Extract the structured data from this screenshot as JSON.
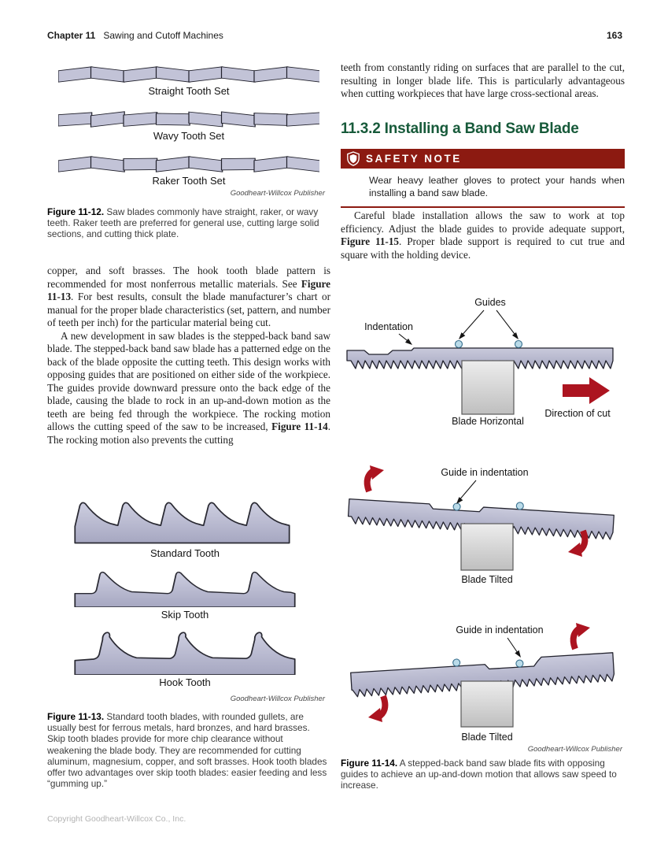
{
  "header": {
    "chapter_label": "Chapter 11",
    "chapter_title": "Sawing and Cutoff Machines",
    "page_number": "163"
  },
  "left_column": {
    "figure_11_12": {
      "row_labels": [
        "Straight Tooth Set",
        "Wavy Tooth Set",
        "Raker Tooth Set"
      ],
      "credit": "Goodheart-Willcox Publisher",
      "caption_label": "Figure 11-12.",
      "caption_text": "Saw blades commonly have straight, raker, or wavy teeth. Raker teeth are preferred for general use, cutting large solid sections, and cutting thick plate."
    },
    "para1": {
      "t1": "copper, and soft brasses. The hook tooth blade pattern is recommended for most nonferrous metallic materials. See ",
      "b1": "Figure 11-13",
      "t2": ". For best results, consult the blade manufacturer’s chart or manual for the proper blade characteristics (set, pattern, and number of teeth per inch) for the particular material being cut."
    },
    "para2": {
      "t1": "A new development in saw blades is the stepped-back band saw blade. The stepped-back band saw blade has a patterned edge on the back of the blade opposite the cutting teeth. This design works with opposing guides that are positioned on either side of the workpiece. The guides provide downward pressure onto the back edge of the blade, causing the blade to rock in an up-and-down motion as the teeth are being fed through the workpiece. The rocking motion allows the cutting speed of the saw to be increased, ",
      "b1": "Figure 11-14",
      "t2": ". The rocking motion also prevents the cutting"
    },
    "figure_11_13": {
      "row_labels": [
        "Standard Tooth",
        "Skip Tooth",
        "Hook Tooth"
      ],
      "credit": "Goodheart-Willcox Publisher",
      "caption_label": "Figure 11-13.",
      "caption_text": "Standard tooth blades, with rounded gullets, are usually best for ferrous metals, hard bronzes, and hard brasses. Skip tooth blades provide for more chip clearance without weakening the blade body. They are recommended for cutting aluminum, magnesium, copper, and soft brasses. Hook tooth blades offer two advantages over skip tooth blades: easier feeding and less “gumming up.”"
    }
  },
  "right_column": {
    "para0": "teeth from constantly riding on surfaces that are parallel to the cut, resulting in longer blade life. This is particularly advantageous when cutting workpieces that have large cross-sectional areas.",
    "heading": "11.3.2 Installing a Band Saw Blade",
    "safety_note": {
      "title": "SAFETY NOTE",
      "body": "Wear heavy leather gloves to protect your hands when installing a band saw blade."
    },
    "para1": {
      "t1": "Careful blade installation allows the saw to work at top efficiency. Adjust the blade guides to provide adequate support, ",
      "b1": "Figure 11-15",
      "t2": ". Proper blade support is required to cut true and square with the holding device."
    },
    "figure_11_14": {
      "d1": {
        "guides_label": "Guides",
        "indentation_label": "Indentation",
        "blade_label": "Blade Horizontal",
        "direction_label": "Direction of cut"
      },
      "d2": {
        "guide_label": "Guide in indentation",
        "blade_label": "Blade Tilted"
      },
      "d3": {
        "guide_label": "Guide in indentation",
        "blade_label": "Blade Tilted"
      },
      "credit": "Goodheart-Willcox Publisher",
      "caption_label": "Figure 11-14.",
      "caption_text": "A stepped-back band saw blade fits with opposing guides to achieve an up-and-down motion that allows saw speed to increase."
    }
  },
  "footer": {
    "copyright": "Copyright Goodheart-Willcox Co., Inc."
  },
  "colors": {
    "heading_green": "#175a3a",
    "safety_maroon": "#8c1a11",
    "arrow_red": "#ac1420",
    "blade_fill": "#c2c3d7",
    "guide_blue": "#badbe9"
  }
}
